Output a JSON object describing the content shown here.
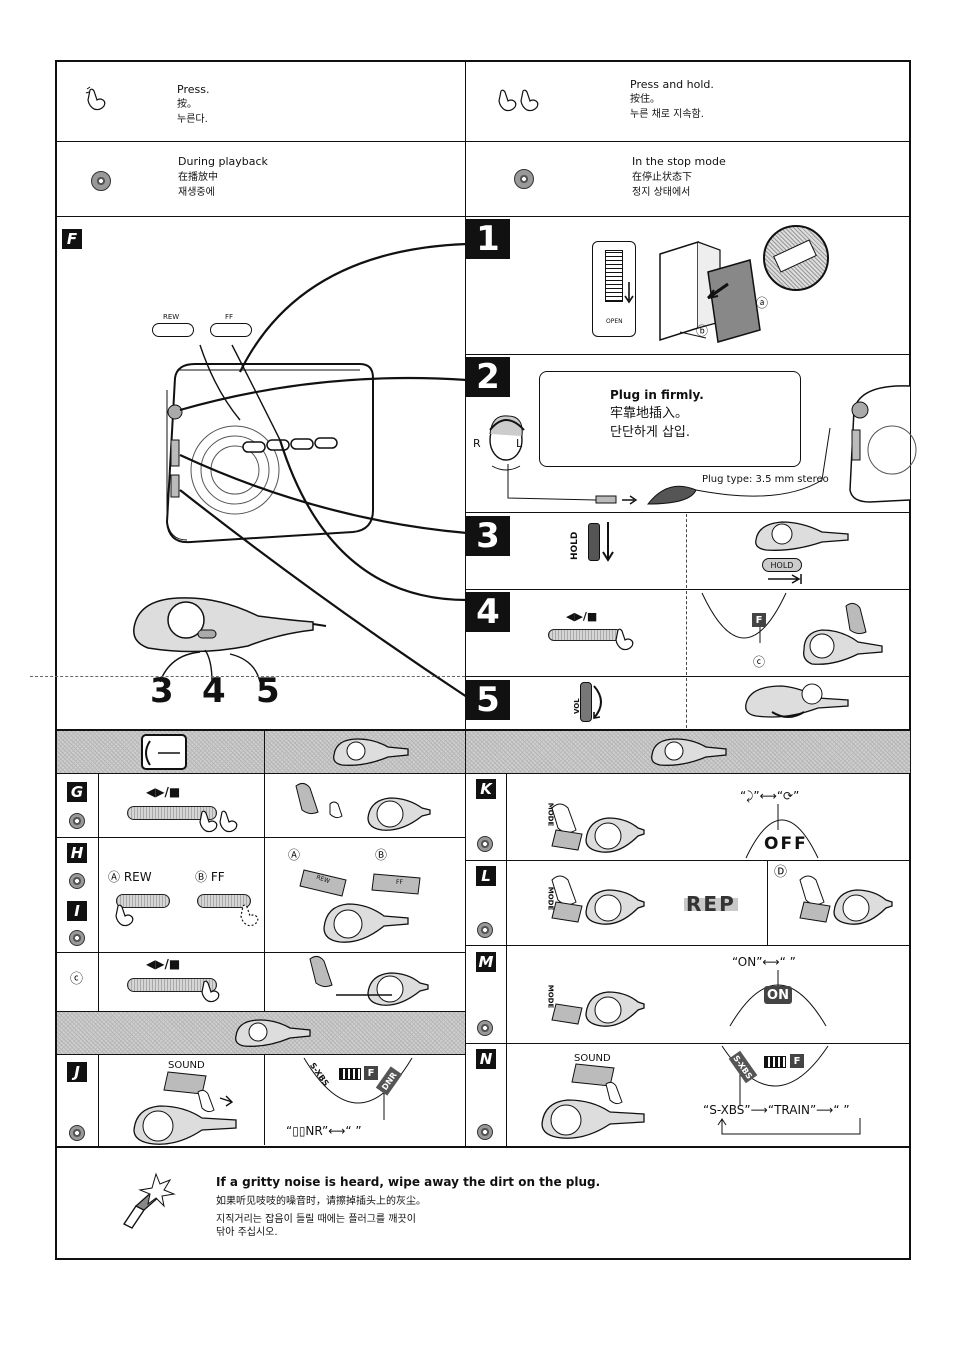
{
  "legend": {
    "press": {
      "en": "Press.",
      "zh": "按。",
      "ko": "누른다."
    },
    "press_hold": {
      "en": "Press and hold.",
      "zh": "按住。",
      "ko": "누른 채로 지속함."
    },
    "playback": {
      "en": "During playback",
      "zh": "在播放中",
      "ko": "재생중에"
    },
    "stop": {
      "en": "In the stop mode",
      "zh": "在停止状态下",
      "ko": "정지 상태에서"
    }
  },
  "section_f": {
    "letter": "F",
    "rew_label": "REW",
    "ff_label": "FF",
    "callout_numbers": [
      "3",
      "4",
      "5"
    ]
  },
  "steps": {
    "s1": {
      "number": "1",
      "open_label": "OPEN",
      "mark_b": "ⓑ",
      "mark_a": "ⓐ"
    },
    "s2": {
      "number": "2",
      "plug_en": "Plug in firmly.",
      "plug_zh": "牢靠地插入。",
      "plug_ko": "단단하게 삽입.",
      "r": "R",
      "l": "L",
      "plug_type": "Plug type: 3.5 mm stereo"
    },
    "s3": {
      "number": "3",
      "hold_label": "HOLD",
      "hold_badge": "HOLD"
    },
    "s4": {
      "number": "4",
      "play_stop": "◀▶/■",
      "mark_f": "F",
      "mark_c": "ⓒ"
    },
    "s5": {
      "number": "5",
      "vol_label": "VOL"
    }
  },
  "rows_left": {
    "g": {
      "letter": "G",
      "play_stop": "◀▶/■"
    },
    "h": {
      "letter": "H",
      "a_rew": "Ⓐ REW",
      "b_ff": "Ⓑ FF",
      "a": "Ⓐ",
      "b": "Ⓑ",
      "rew_small": "REW",
      "ff_small": "FF"
    },
    "i": {
      "letter": "I"
    },
    "c": {
      "mark": "ⓒ",
      "play_stop": "◀▶/■"
    },
    "j": {
      "letter": "J",
      "sound": "SOUND",
      "sxbs": "S-XBS",
      "f": "F",
      "dnr": "DNR",
      "seq": "“▯▯NR”⟷“      ”"
    }
  },
  "rows_right": {
    "k": {
      "letter": "K",
      "mode": "MODE",
      "seq": "“⤸”⟷“⟳”",
      "display": "OFF"
    },
    "l": {
      "letter": "L",
      "mode": "MODE",
      "display": "REP",
      "d": "Ⓓ"
    },
    "m": {
      "letter": "M",
      "mode": "MODE",
      "seq": "“ON”⟷“      ”",
      "display": "ON"
    },
    "n": {
      "letter": "N",
      "sound": "SOUND",
      "sxbs": "S-XBS",
      "f": "F",
      "seq": "“S-XBS”⟶“TRAIN”⟶“      ”"
    }
  },
  "footer": {
    "en": "If a gritty noise is heard, wipe away the dirt on the plug.",
    "zh": "如果听见吱吱的噪音时，请擦掉插头上的灰尘。",
    "ko1": "지직거리는 잡음이 들릴 때에는 플러그를 깨끗이",
    "ko2": "닦아 주십시오."
  }
}
